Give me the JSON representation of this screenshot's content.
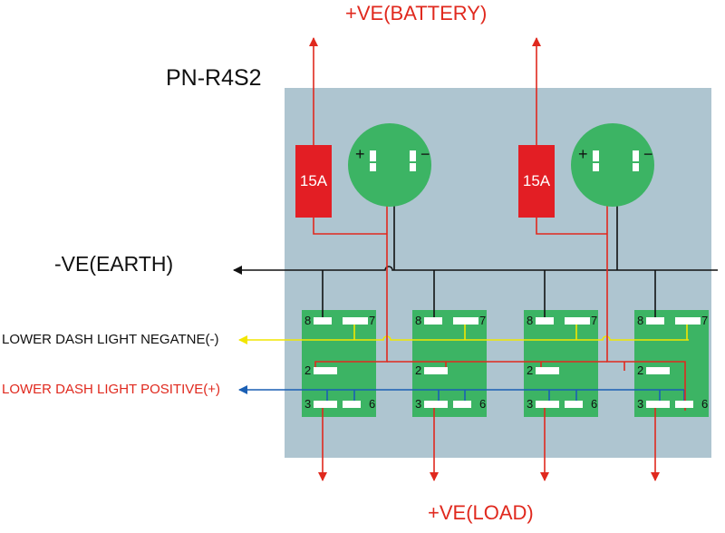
{
  "model": "PN-R4S2",
  "labels": {
    "battery": "+VE(BATTERY)",
    "earth": "-VE(EARTH)",
    "dash_negative": "LOWER DASH LIGHT NEGATNE(-)",
    "dash_positive": "LOWER DASH LIGHT POSITIVE(+)",
    "load": "+VE(LOAD)"
  },
  "fuses": [
    {
      "rating": "15A"
    },
    {
      "rating": "15A"
    }
  ],
  "sockets": [
    {
      "plus": "+",
      "minus": "−"
    },
    {
      "plus": "+",
      "minus": "−"
    }
  ],
  "switch_pins": {
    "p8": "8",
    "p7": "7",
    "p2": "2",
    "p3": "3",
    "p6": "6"
  },
  "switch_count": 4,
  "colors": {
    "panel": "#aec5d0",
    "fuse": "#e31e24",
    "socket": "#3cb464",
    "switch": "#3cb464",
    "wire_power": "#e0291e",
    "wire_earth": "#111111",
    "wire_dash_negative": "#f2e600",
    "wire_dash_positive": "#1a5fb4"
  }
}
